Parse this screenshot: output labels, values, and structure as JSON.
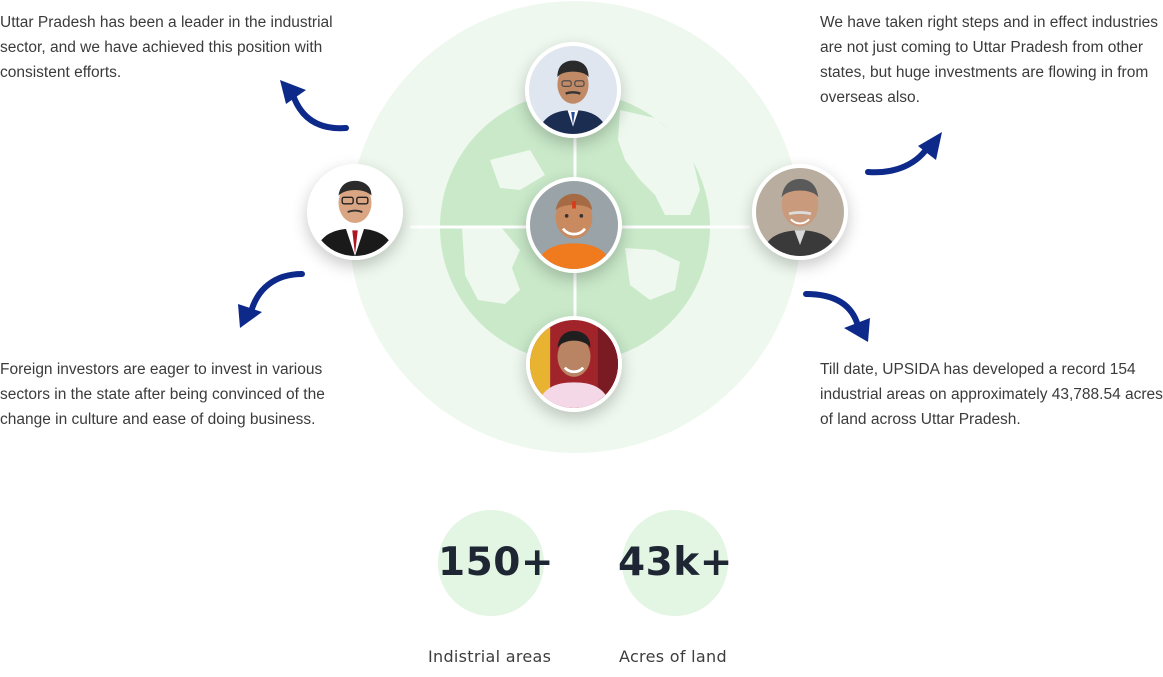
{
  "quotes": {
    "top_left": "Uttar Pradesh has been a leader in the industrial sector, and we have achieved this position with consistent efforts.",
    "top_right": "We have taken right steps and in effect industries are not just coming to Uttar Pradesh from other states, but huge investments are flowing in from overseas also.",
    "bottom_left": "Foreign investors are eager to invest in various sectors in the state after being convinced of the change in culture and ease of doing business.",
    "bottom_right": "Till date, UPSIDA has developed a record 154 industrial areas on approximately 43,788.54 acres of land across Uttar Pradesh."
  },
  "stats": [
    {
      "value": "150+",
      "label": "Indistrial areas"
    },
    {
      "value": "43k+",
      "label": "Acres of land"
    }
  ],
  "colors": {
    "globe_outer": "#eef8ee",
    "globe_inner": "#c9e9c9",
    "stat_circle": "#e3f5e3",
    "arrow": "#0d2a8a",
    "text": "#3b3b3b",
    "stat_value": "#1f2633"
  },
  "icons": {
    "arrows": [
      "curved-arrow-up-left-icon",
      "curved-arrow-up-right-icon",
      "curved-arrow-down-left-icon",
      "curved-arrow-down-right-icon"
    ],
    "globe": "globe-illustration"
  }
}
